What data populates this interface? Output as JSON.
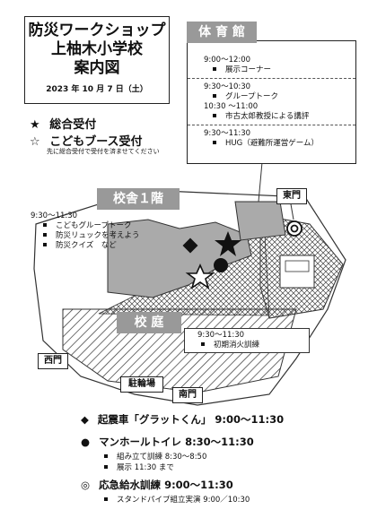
{
  "title": {
    "lines": [
      "防災ワークショップ",
      "上柚木小学校",
      "案内図"
    ],
    "date": "2023 年 10 月 7 日（土）"
  },
  "legend": {
    "main_reception": {
      "symbol": "★",
      "label": "総合受付"
    },
    "kids_reception": {
      "symbol": "☆",
      "label": "こどもブース受付"
    },
    "note": "先に総合受付で受付を済ませてください"
  },
  "gym": {
    "label": "体 育 館",
    "groups": [
      {
        "times": [
          "9:00～12:00"
        ],
        "items": [
          "展示コーナー"
        ]
      },
      {
        "times": [
          "9:30～10:30",
          "10:30 ～11:00"
        ],
        "items": [
          "グループトーク",
          "市古太郎教授による講評"
        ]
      },
      {
        "times": [
          "9:30～11:30"
        ],
        "items": [
          "HUG（避難所運営ゲーム）"
        ]
      }
    ]
  },
  "school_building": {
    "label": "校舎１階",
    "time": "9:30～11:30",
    "items": [
      "こどもグループトーク",
      "防災リュックを考えよう",
      "防災クイズ　など"
    ]
  },
  "schoolyard": {
    "label": "校 庭",
    "time": "9:30～11:30",
    "items": [
      "初期消火訓練"
    ]
  },
  "signs": {
    "east_gate": "東門",
    "west_gate": "西門",
    "south_gate": "南門",
    "parking": "駐輪場"
  },
  "bottom": [
    {
      "symbol": "◆",
      "label": "起震車「グラットくん」 9:00～11:30",
      "sub": []
    },
    {
      "symbol": "●",
      "label": "マンホールトイレ 8:30～11:30",
      "sub": [
        "組み立て訓練 8:30～8:50",
        "展示 11:30 まで"
      ]
    },
    {
      "symbol": "◎",
      "label": "応急給水訓練 9:00～11:30",
      "sub": [
        "スタンドパイプ組立実演 9:00／10:30"
      ]
    }
  ]
}
